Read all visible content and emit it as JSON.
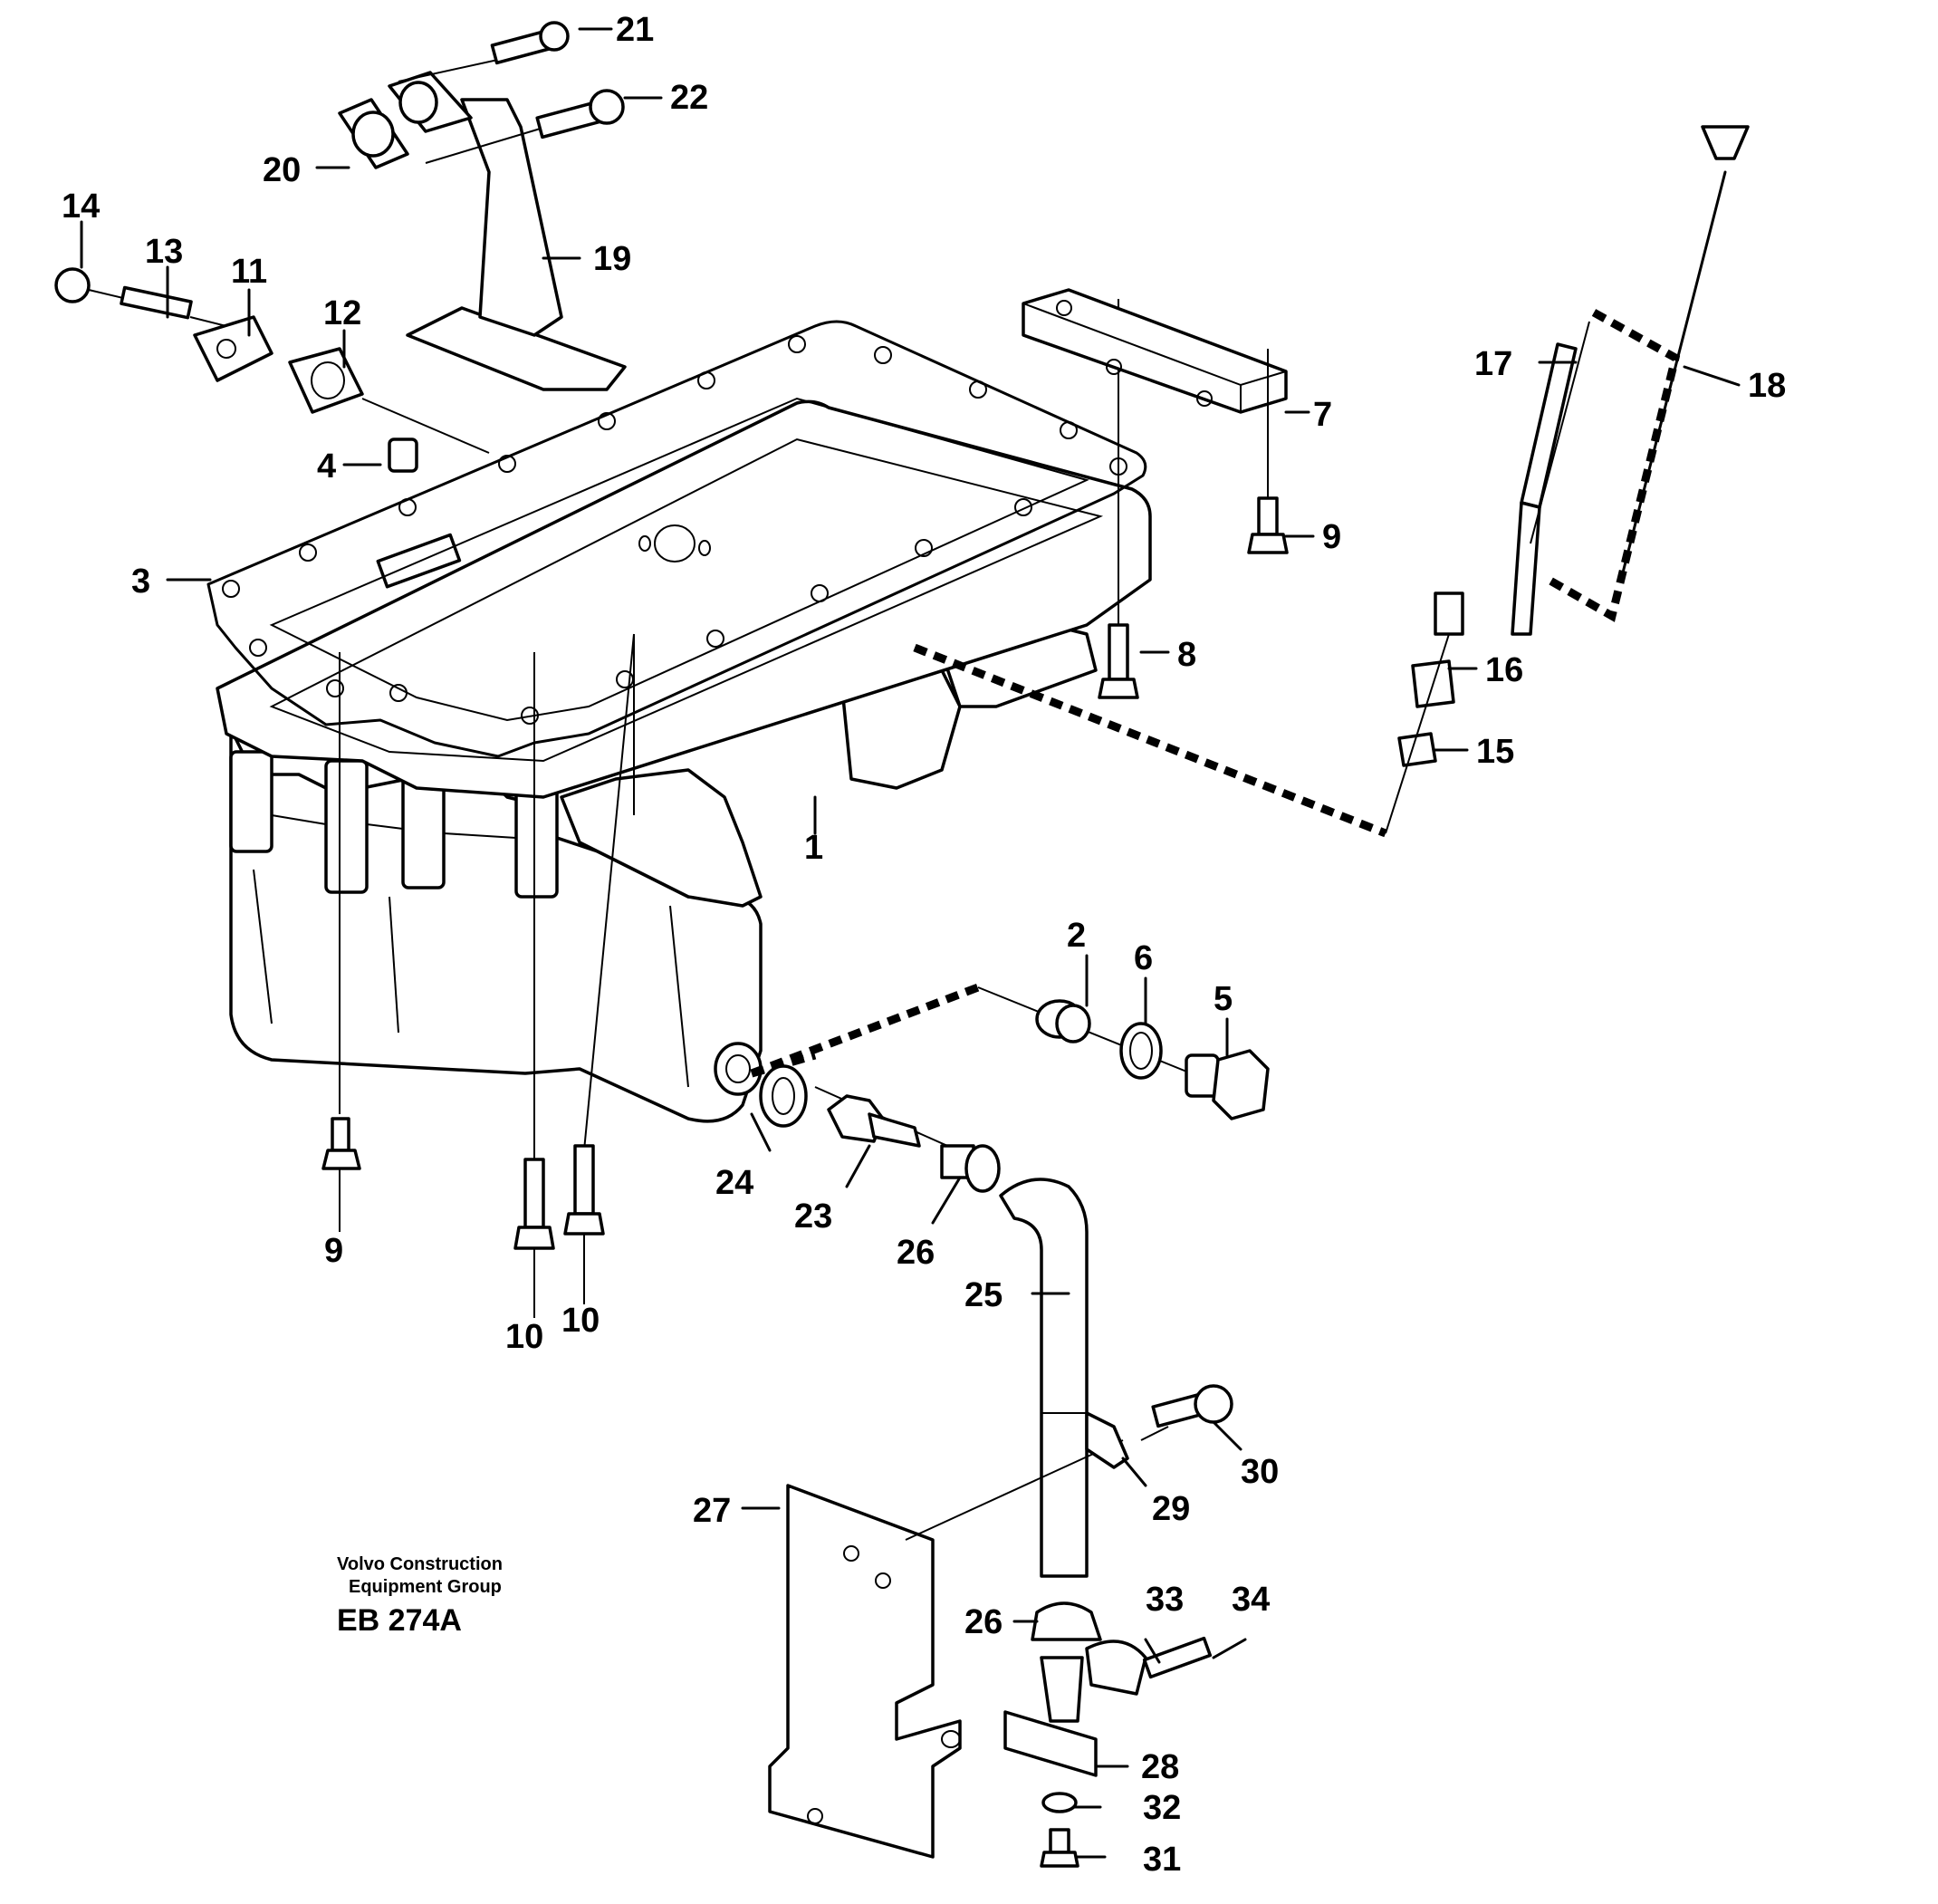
{
  "footer": {
    "company_line1": "Volvo Construction",
    "company_line2": "Equipment Group",
    "code": "EB 274A"
  },
  "callouts": {
    "c1": "1",
    "c2": "2",
    "c3": "3",
    "c4": "4",
    "c5": "5",
    "c6": "6",
    "c7": "7",
    "c8": "8",
    "c9a": "9",
    "c9b": "9",
    "c10a": "10",
    "c10b": "10",
    "c11": "11",
    "c12": "12",
    "c13": "13",
    "c14": "14",
    "c15": "15",
    "c16": "16",
    "c17": "17",
    "c18": "18",
    "c19": "19",
    "c20": "20",
    "c21": "21",
    "c22": "22",
    "c23": "23",
    "c24": "24",
    "c25": "25",
    "c26a": "26",
    "c26b": "26",
    "c27": "27",
    "c28": "28",
    "c29": "29",
    "c30": "30",
    "c31": "31",
    "c32": "32",
    "c33": "33",
    "c34": "34"
  }
}
